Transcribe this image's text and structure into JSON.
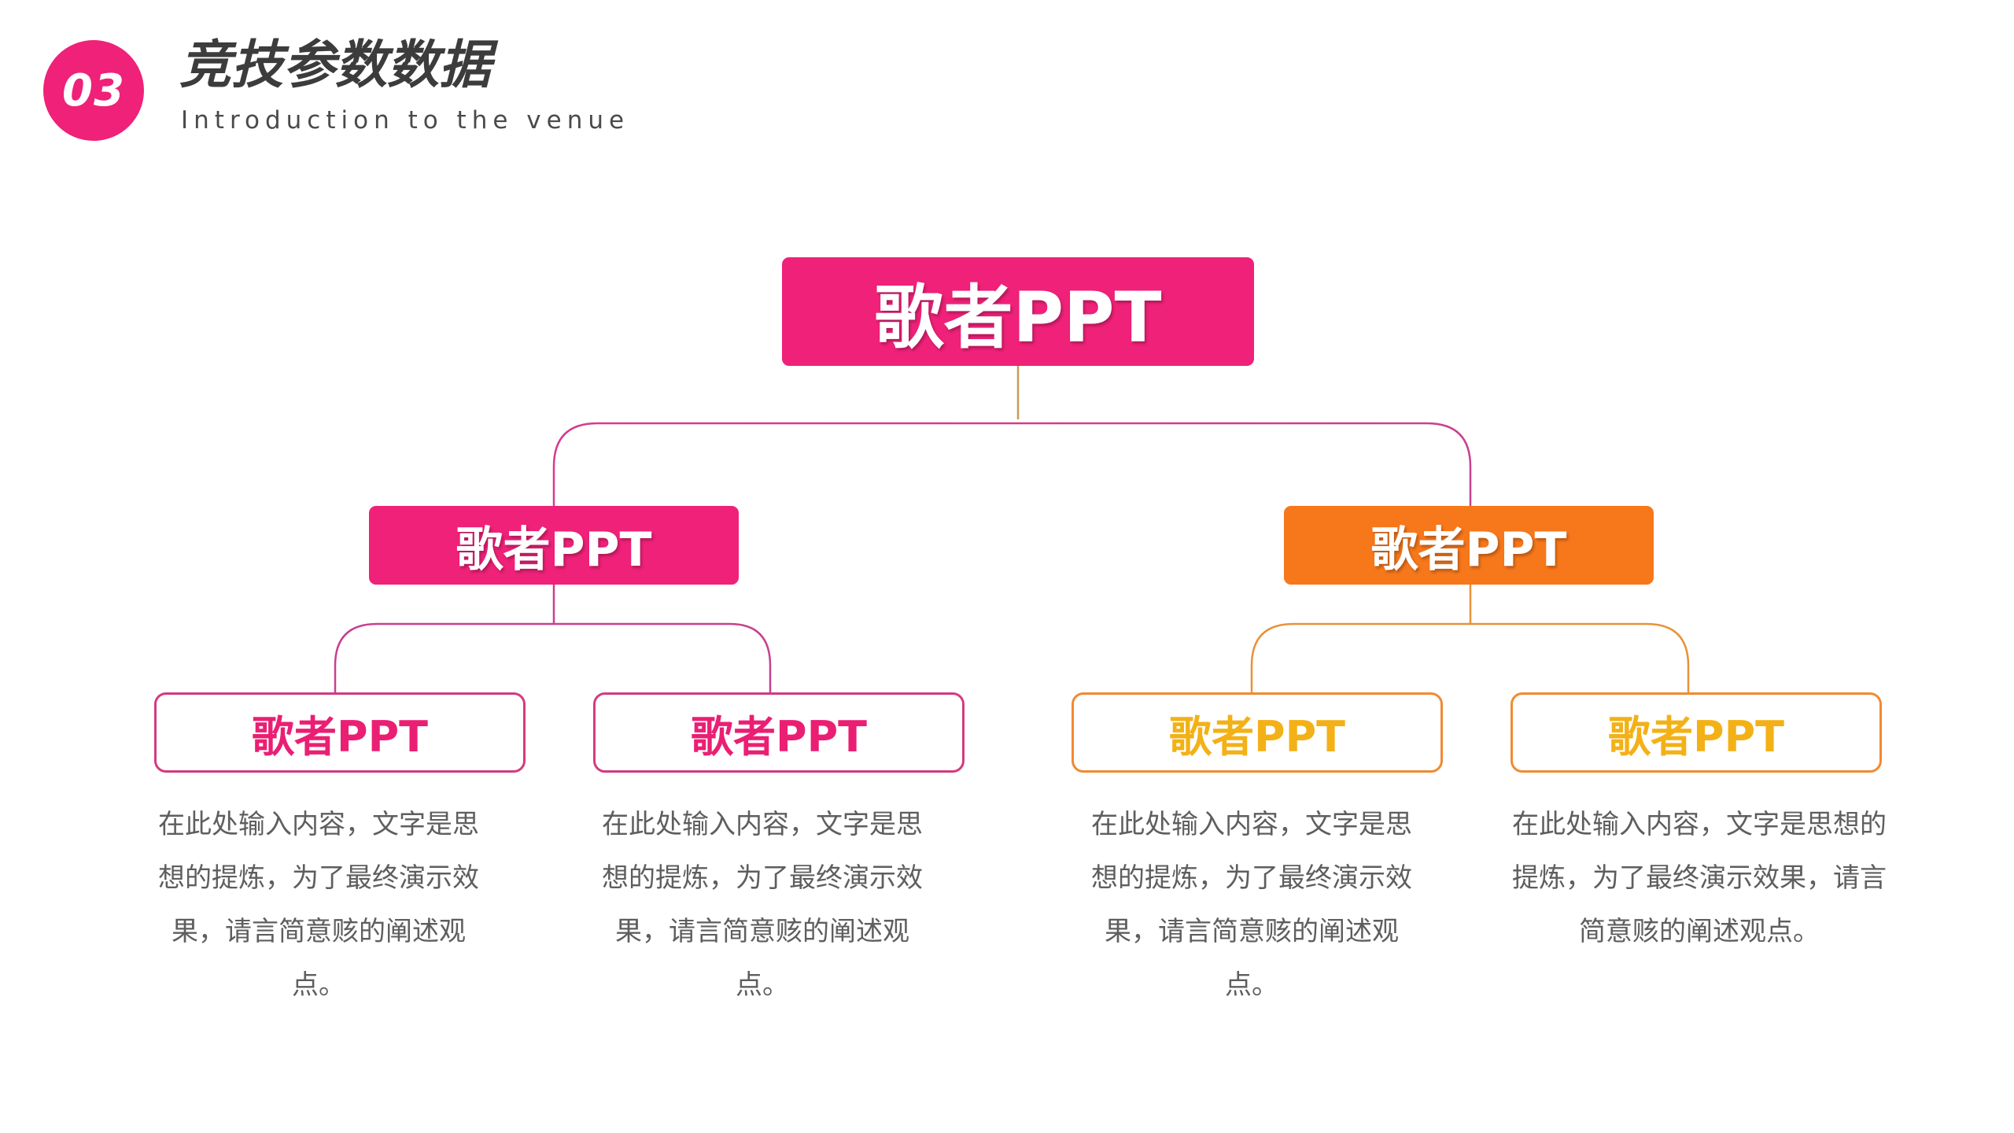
{
  "header": {
    "number": "03",
    "title": "竞技参数数据",
    "subtitle": "Introduction to the venue"
  },
  "colors": {
    "pink": "#ef2178",
    "orange": "#f7771b",
    "gold": "#f3b117",
    "text": "#5e5e5e"
  },
  "tree": {
    "root": {
      "label": "歌者PPT"
    },
    "branches": [
      {
        "label": "歌者PPT",
        "children": [
          {
            "label": "歌者PPT",
            "text": "在此处输入内容，文字是思想的提炼，为了最终演示效果，请言简意赅的阐述观点。"
          },
          {
            "label": "歌者PPT",
            "text": "在此处输入内容，文字是思想的提炼，为了最终演示效果，请言简意赅的阐述观点。"
          }
        ]
      },
      {
        "label": "歌者PPT",
        "children": [
          {
            "label": "歌者PPT",
            "text": "在此处输入内容，文字是思想的提炼，为了最终演示效果，请言简意赅的阐述观点。"
          },
          {
            "label": "歌者PPT",
            "text": "在此处输入内容，文字是思想的提炼，为了最终演示效果，请言简意赅的阐述观点。"
          }
        ]
      }
    ]
  }
}
